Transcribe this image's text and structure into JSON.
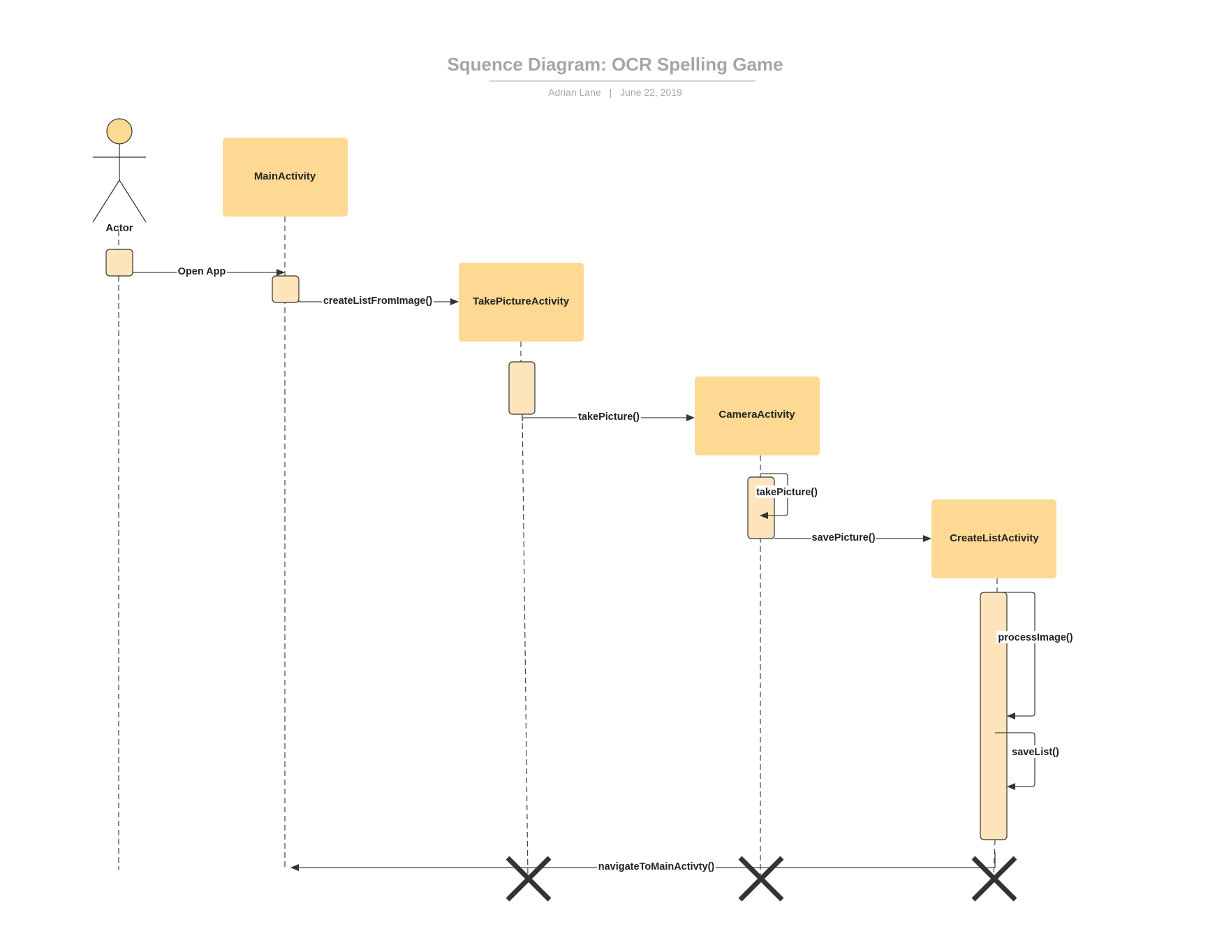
{
  "header": {
    "title": "Squence Diagram: OCR Spelling Game",
    "author": "Adrian Lane",
    "separator": "|",
    "date": "June 22, 2019"
  },
  "participants": {
    "actor": "Actor",
    "main": "MainActivity",
    "takepicture": "TakePictureActivity",
    "camera": "CameraActivity",
    "createlist": "CreateListActivity"
  },
  "messages": {
    "open_app": "Open App",
    "create_list": "createListFromImage()",
    "take_picture": "takePicture()",
    "take_picture_self": "takePicture()",
    "save_picture": "savePicture()",
    "process_image": "processImage()",
    "save_list": "saveList()",
    "navigate": "navigateToMainActivty()"
  },
  "colors": {
    "participant_fill": "#fed993",
    "activation_fill": "#fee4bb",
    "line": "#444444",
    "title": "#a6a6a6"
  }
}
